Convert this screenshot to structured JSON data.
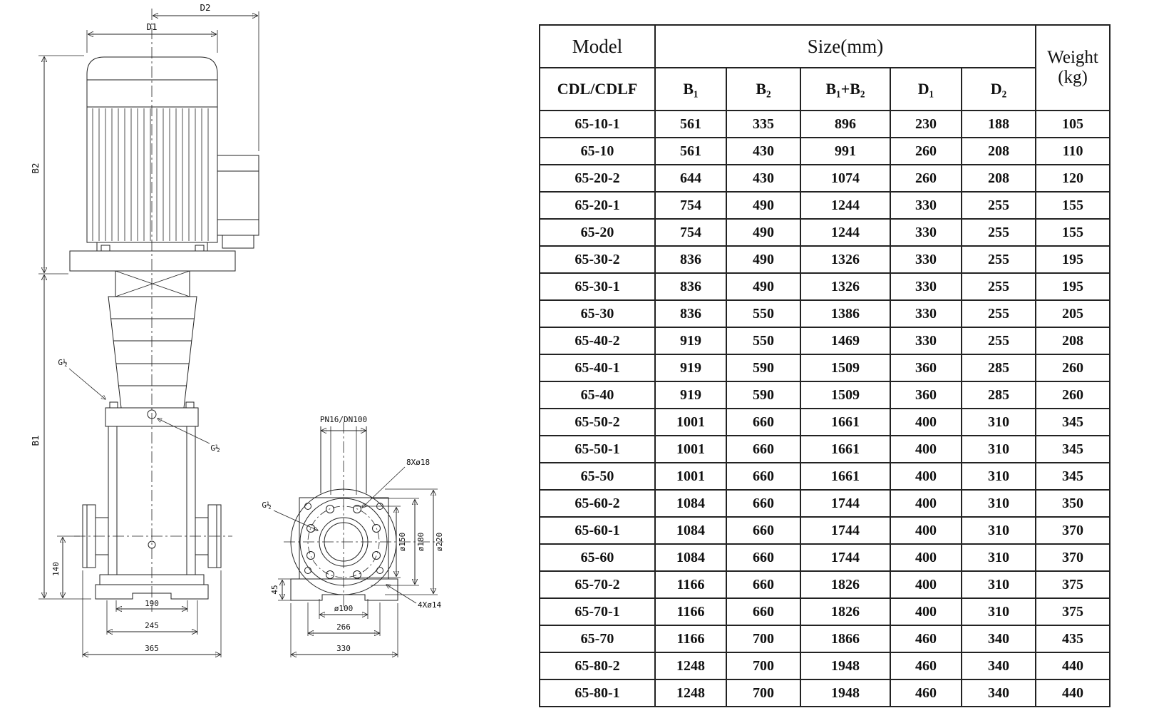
{
  "colors": {
    "ink": "#222222",
    "background": "#ffffff"
  },
  "drawing": {
    "labels": {
      "d1": "D1",
      "d2": "D2",
      "b1": "B1",
      "b2": "B2",
      "g_half": "G½",
      "dim140": "140",
      "dim190": "190",
      "dim245": "245",
      "dim365": "365",
      "pn": "PN16/DN100",
      "bolts8": "8Xø18",
      "dia150": "ø150",
      "dia180": "ø180",
      "dia220": "ø220",
      "dia100": "ø100",
      "dim266": "266",
      "dim330": "330",
      "dim45": "45",
      "bolts4": "4Xø14"
    }
  },
  "table": {
    "header": {
      "model": "Model",
      "size": "Size(mm)",
      "weight_line1": "Weight",
      "weight_line2": "(kg)",
      "model_sub": "CDL/CDLF",
      "cols": [
        "B₁",
        "B₂",
        "B₁+B₂",
        "D₁",
        "D₂"
      ]
    },
    "rows": [
      [
        "65-10-1",
        "561",
        "335",
        "896",
        "230",
        "188",
        "105"
      ],
      [
        "65-10",
        "561",
        "430",
        "991",
        "260",
        "208",
        "110"
      ],
      [
        "65-20-2",
        "644",
        "430",
        "1074",
        "260",
        "208",
        "120"
      ],
      [
        "65-20-1",
        "754",
        "490",
        "1244",
        "330",
        "255",
        "155"
      ],
      [
        "65-20",
        "754",
        "490",
        "1244",
        "330",
        "255",
        "155"
      ],
      [
        "65-30-2",
        "836",
        "490",
        "1326",
        "330",
        "255",
        "195"
      ],
      [
        "65-30-1",
        "836",
        "490",
        "1326",
        "330",
        "255",
        "195"
      ],
      [
        "65-30",
        "836",
        "550",
        "1386",
        "330",
        "255",
        "205"
      ],
      [
        "65-40-2",
        "919",
        "550",
        "1469",
        "330",
        "255",
        "208"
      ],
      [
        "65-40-1",
        "919",
        "590",
        "1509",
        "360",
        "285",
        "260"
      ],
      [
        "65-40",
        "919",
        "590",
        "1509",
        "360",
        "285",
        "260"
      ],
      [
        "65-50-2",
        "1001",
        "660",
        "1661",
        "400",
        "310",
        "345"
      ],
      [
        "65-50-1",
        "1001",
        "660",
        "1661",
        "400",
        "310",
        "345"
      ],
      [
        "65-50",
        "1001",
        "660",
        "1661",
        "400",
        "310",
        "345"
      ],
      [
        "65-60-2",
        "1084",
        "660",
        "1744",
        "400",
        "310",
        "350"
      ],
      [
        "65-60-1",
        "1084",
        "660",
        "1744",
        "400",
        "310",
        "370"
      ],
      [
        "65-60",
        "1084",
        "660",
        "1744",
        "400",
        "310",
        "370"
      ],
      [
        "65-70-2",
        "1166",
        "660",
        "1826",
        "400",
        "310",
        "375"
      ],
      [
        "65-70-1",
        "1166",
        "660",
        "1826",
        "400",
        "310",
        "375"
      ],
      [
        "65-70",
        "1166",
        "700",
        "1866",
        "460",
        "340",
        "435"
      ],
      [
        "65-80-2",
        "1248",
        "700",
        "1948",
        "460",
        "340",
        "440"
      ],
      [
        "65-80-1",
        "1248",
        "700",
        "1948",
        "460",
        "340",
        "440"
      ]
    ]
  }
}
